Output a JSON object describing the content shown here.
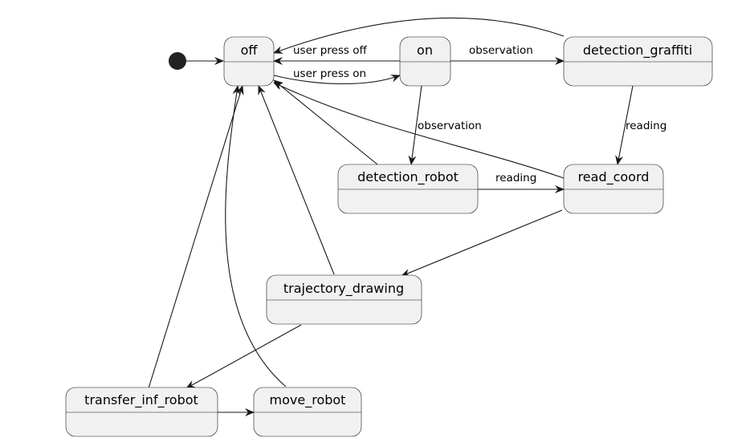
{
  "diagram": {
    "states": {
      "off": "off",
      "on": "on",
      "detection_graffiti": "detection_graffiti",
      "detection_robot": "detection_robot",
      "read_coord": "read_coord",
      "trajectory_drawing": "trajectory_drawing",
      "transfer_inf_robot": "transfer_inf_robot",
      "move_robot": "move_robot"
    },
    "transitions": [
      {
        "from": "initial",
        "to": "off",
        "label": ""
      },
      {
        "from": "on",
        "to": "off",
        "label": "user press off"
      },
      {
        "from": "off",
        "to": "on",
        "label": "user press on"
      },
      {
        "from": "on",
        "to": "detection_graffiti",
        "label": "observation"
      },
      {
        "from": "detection_graffiti",
        "to": "off",
        "label": ""
      },
      {
        "from": "on",
        "to": "detection_robot",
        "label": "observation"
      },
      {
        "from": "detection_graffiti",
        "to": "read_coord",
        "label": "reading"
      },
      {
        "from": "detection_robot",
        "to": "read_coord",
        "label": "reading"
      },
      {
        "from": "detection_robot",
        "to": "off",
        "label": ""
      },
      {
        "from": "read_coord",
        "to": "off",
        "label": ""
      },
      {
        "from": "read_coord",
        "to": "trajectory_drawing",
        "label": ""
      },
      {
        "from": "trajectory_drawing",
        "to": "off",
        "label": ""
      },
      {
        "from": "trajectory_drawing",
        "to": "transfer_inf_robot",
        "label": ""
      },
      {
        "from": "transfer_inf_robot",
        "to": "move_robot",
        "label": ""
      },
      {
        "from": "transfer_inf_robot",
        "to": "off",
        "label": ""
      },
      {
        "from": "move_robot",
        "to": "off",
        "label": ""
      }
    ],
    "colors": {
      "box_fill": "#f1f1f1",
      "line": "#181818",
      "initial_node": "#222222"
    }
  }
}
